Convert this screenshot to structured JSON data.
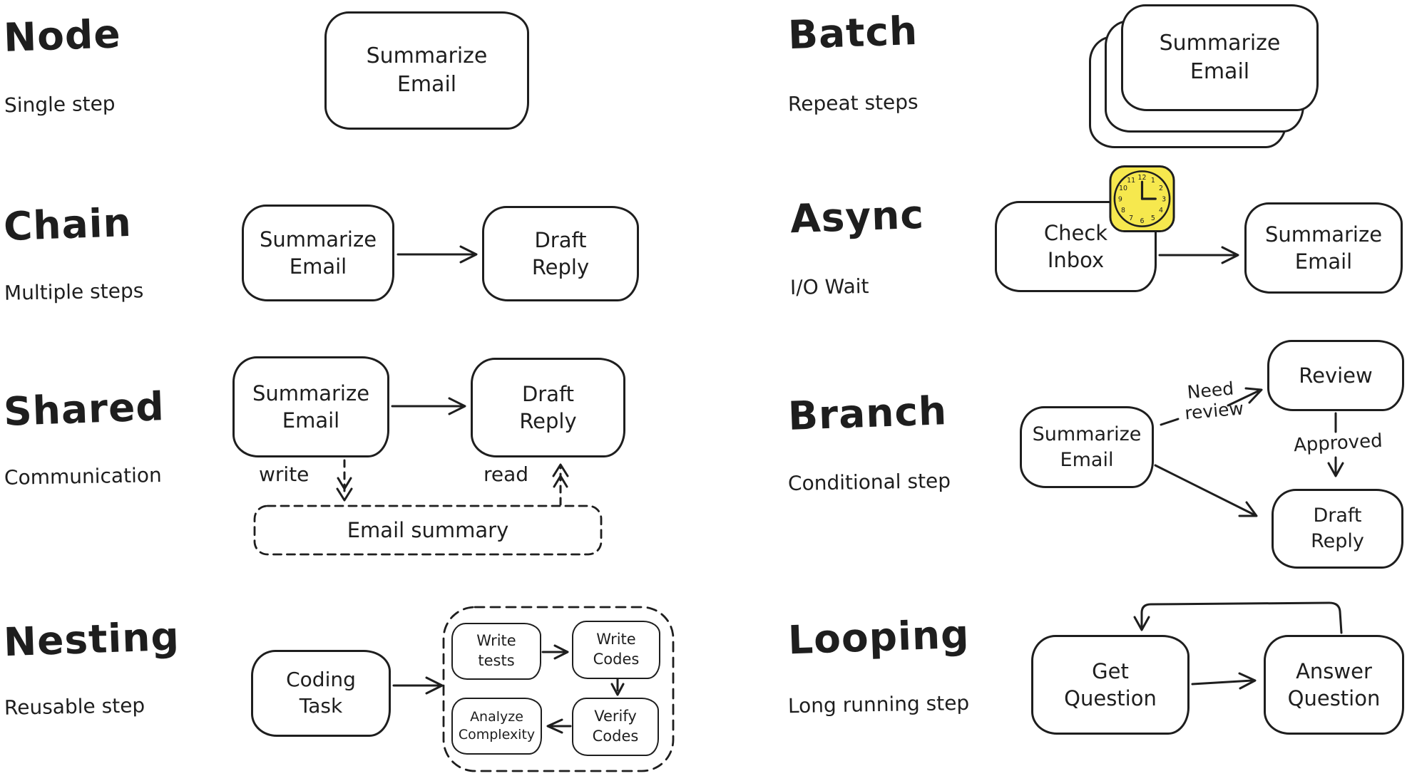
{
  "colors": {
    "ink": "#1e1e1e",
    "background": "#ffffff",
    "clock_fill": "#f6e84e"
  },
  "sections": {
    "node": {
      "title": "Node",
      "subtitle": "Single step",
      "box": [
        "Summarize",
        "Email"
      ]
    },
    "chain": {
      "title": "Chain",
      "subtitle": "Multiple steps",
      "box1": [
        "Summarize",
        "Email"
      ],
      "box2": [
        "Draft",
        "Reply"
      ]
    },
    "shared": {
      "title": "Shared",
      "subtitle": "Communication",
      "box1": [
        "Summarize",
        "Email"
      ],
      "box2": [
        "Draft",
        "Reply"
      ],
      "write_label": "write",
      "read_label": "read",
      "store_label": "Email summary"
    },
    "nesting": {
      "title": "Nesting",
      "subtitle": "Reusable step",
      "box": [
        "Coding",
        "Task"
      ],
      "inner_boxes": [
        [
          "Write",
          "tests"
        ],
        [
          "Write",
          "Codes"
        ],
        [
          "Analyze",
          "Complexity"
        ],
        [
          "Verify",
          "Codes"
        ]
      ]
    },
    "batch": {
      "title": "Batch",
      "subtitle": "Repeat steps",
      "box": [
        "Summarize",
        "Email"
      ]
    },
    "async": {
      "title": "Async",
      "subtitle": "I/O Wait",
      "box1": [
        "Check",
        "Inbox"
      ],
      "box2": [
        "Summarize",
        "Email"
      ],
      "clock_icon": "clock-icon",
      "clock_time": "3:00",
      "clock_numbers": [
        "12",
        "1",
        "2",
        "3",
        "4",
        "5",
        "6",
        "7",
        "8",
        "9",
        "10",
        "11"
      ]
    },
    "branch": {
      "title": "Branch",
      "subtitle": "Conditional step",
      "box1": [
        "Summarize",
        "Email"
      ],
      "review_box": "Review",
      "edge_label_need": [
        "Need",
        "review"
      ],
      "edge_label_approved": "Approved",
      "box2": [
        "Draft",
        "Reply"
      ]
    },
    "looping": {
      "title": "Looping",
      "subtitle": "Long running step",
      "box1": [
        "Get",
        "Question"
      ],
      "box2": [
        "Answer",
        "Question"
      ]
    }
  }
}
